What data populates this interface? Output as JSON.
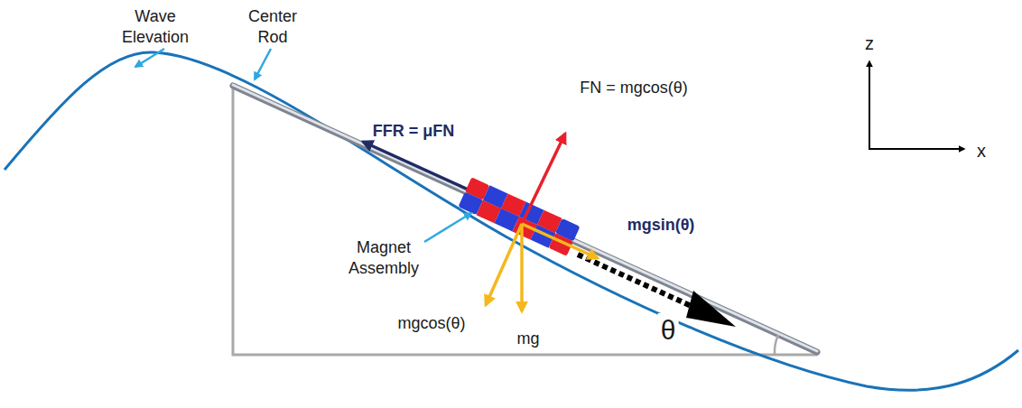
{
  "diagram": {
    "labels": [
      "Wave Elevation",
      "Center Rod",
      "FFR = μFN",
      "FN = mgcos(θ)",
      "mgsin(θ)",
      "Magnet Assembly",
      "mgcos(θ)",
      "mg",
      "θ",
      "z",
      "x"
    ]
  }
}
